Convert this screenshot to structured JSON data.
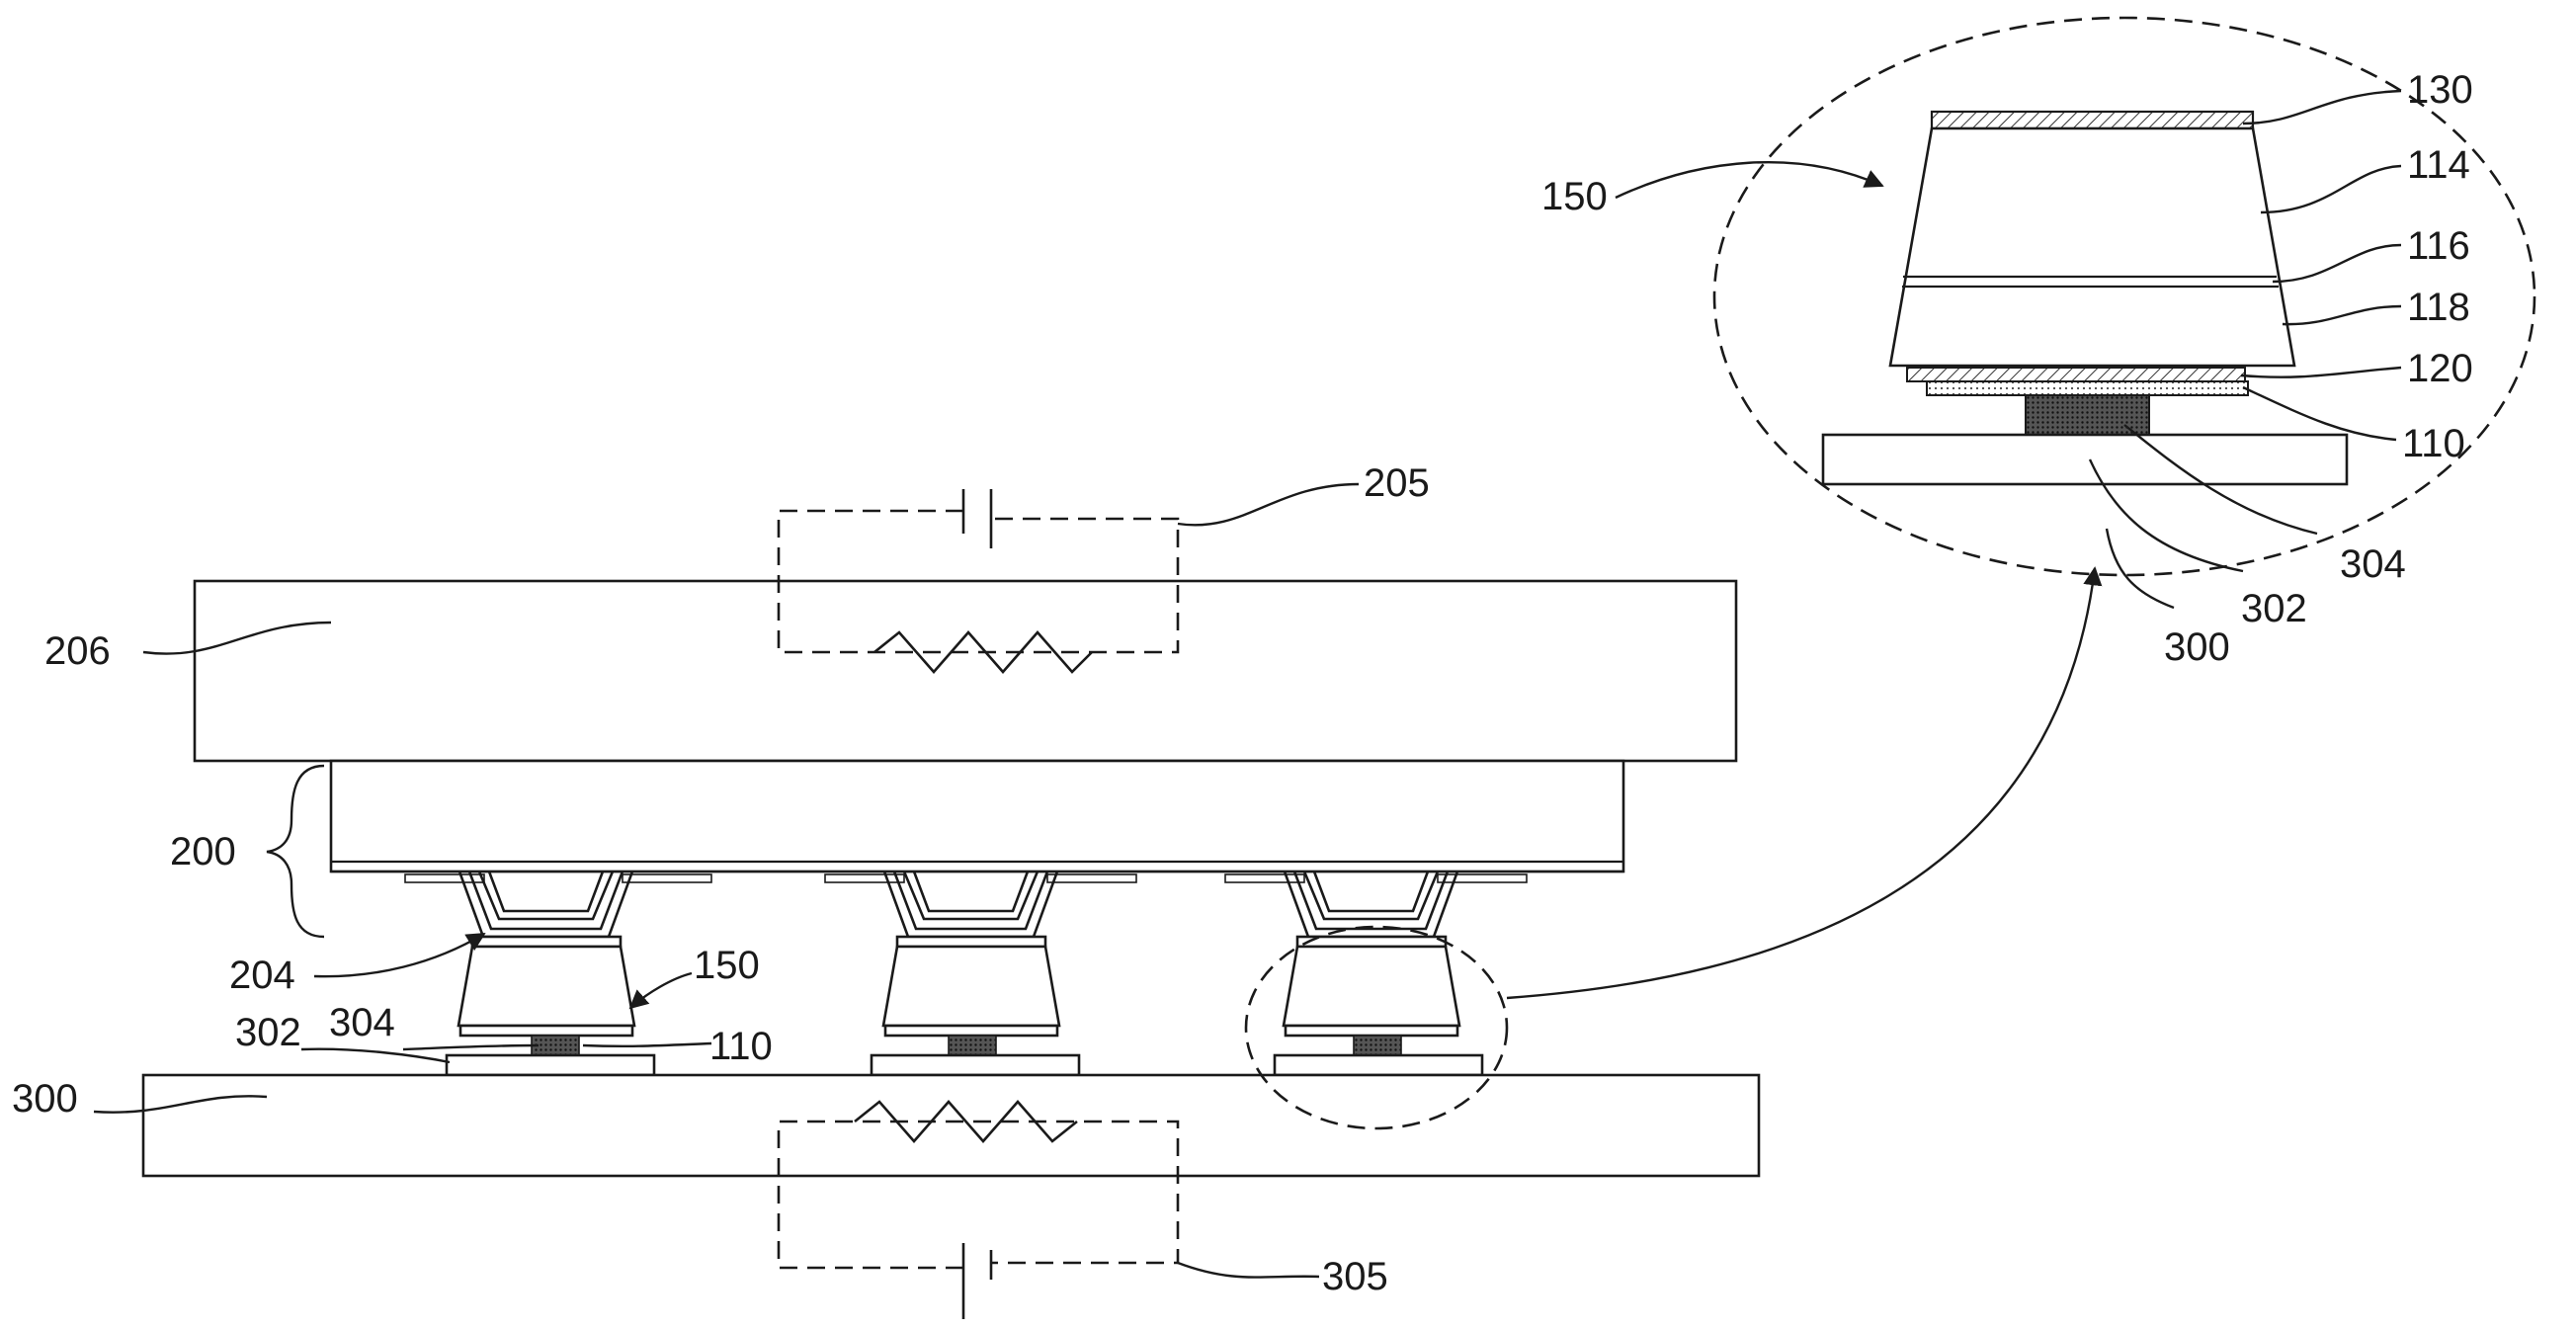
{
  "labels": {
    "l130": "130",
    "l114": "114",
    "l116": "116",
    "l118": "118",
    "l120": "120",
    "l110_detail": "110",
    "l150_detail": "150",
    "l304_detail": "304",
    "l302_detail": "302",
    "l300_detail": "300",
    "l205": "205",
    "l206": "206",
    "l200": "200",
    "l204": "204",
    "l150": "150",
    "l302": "302",
    "l304": "304",
    "l110": "110",
    "l300": "300",
    "l305": "305"
  }
}
